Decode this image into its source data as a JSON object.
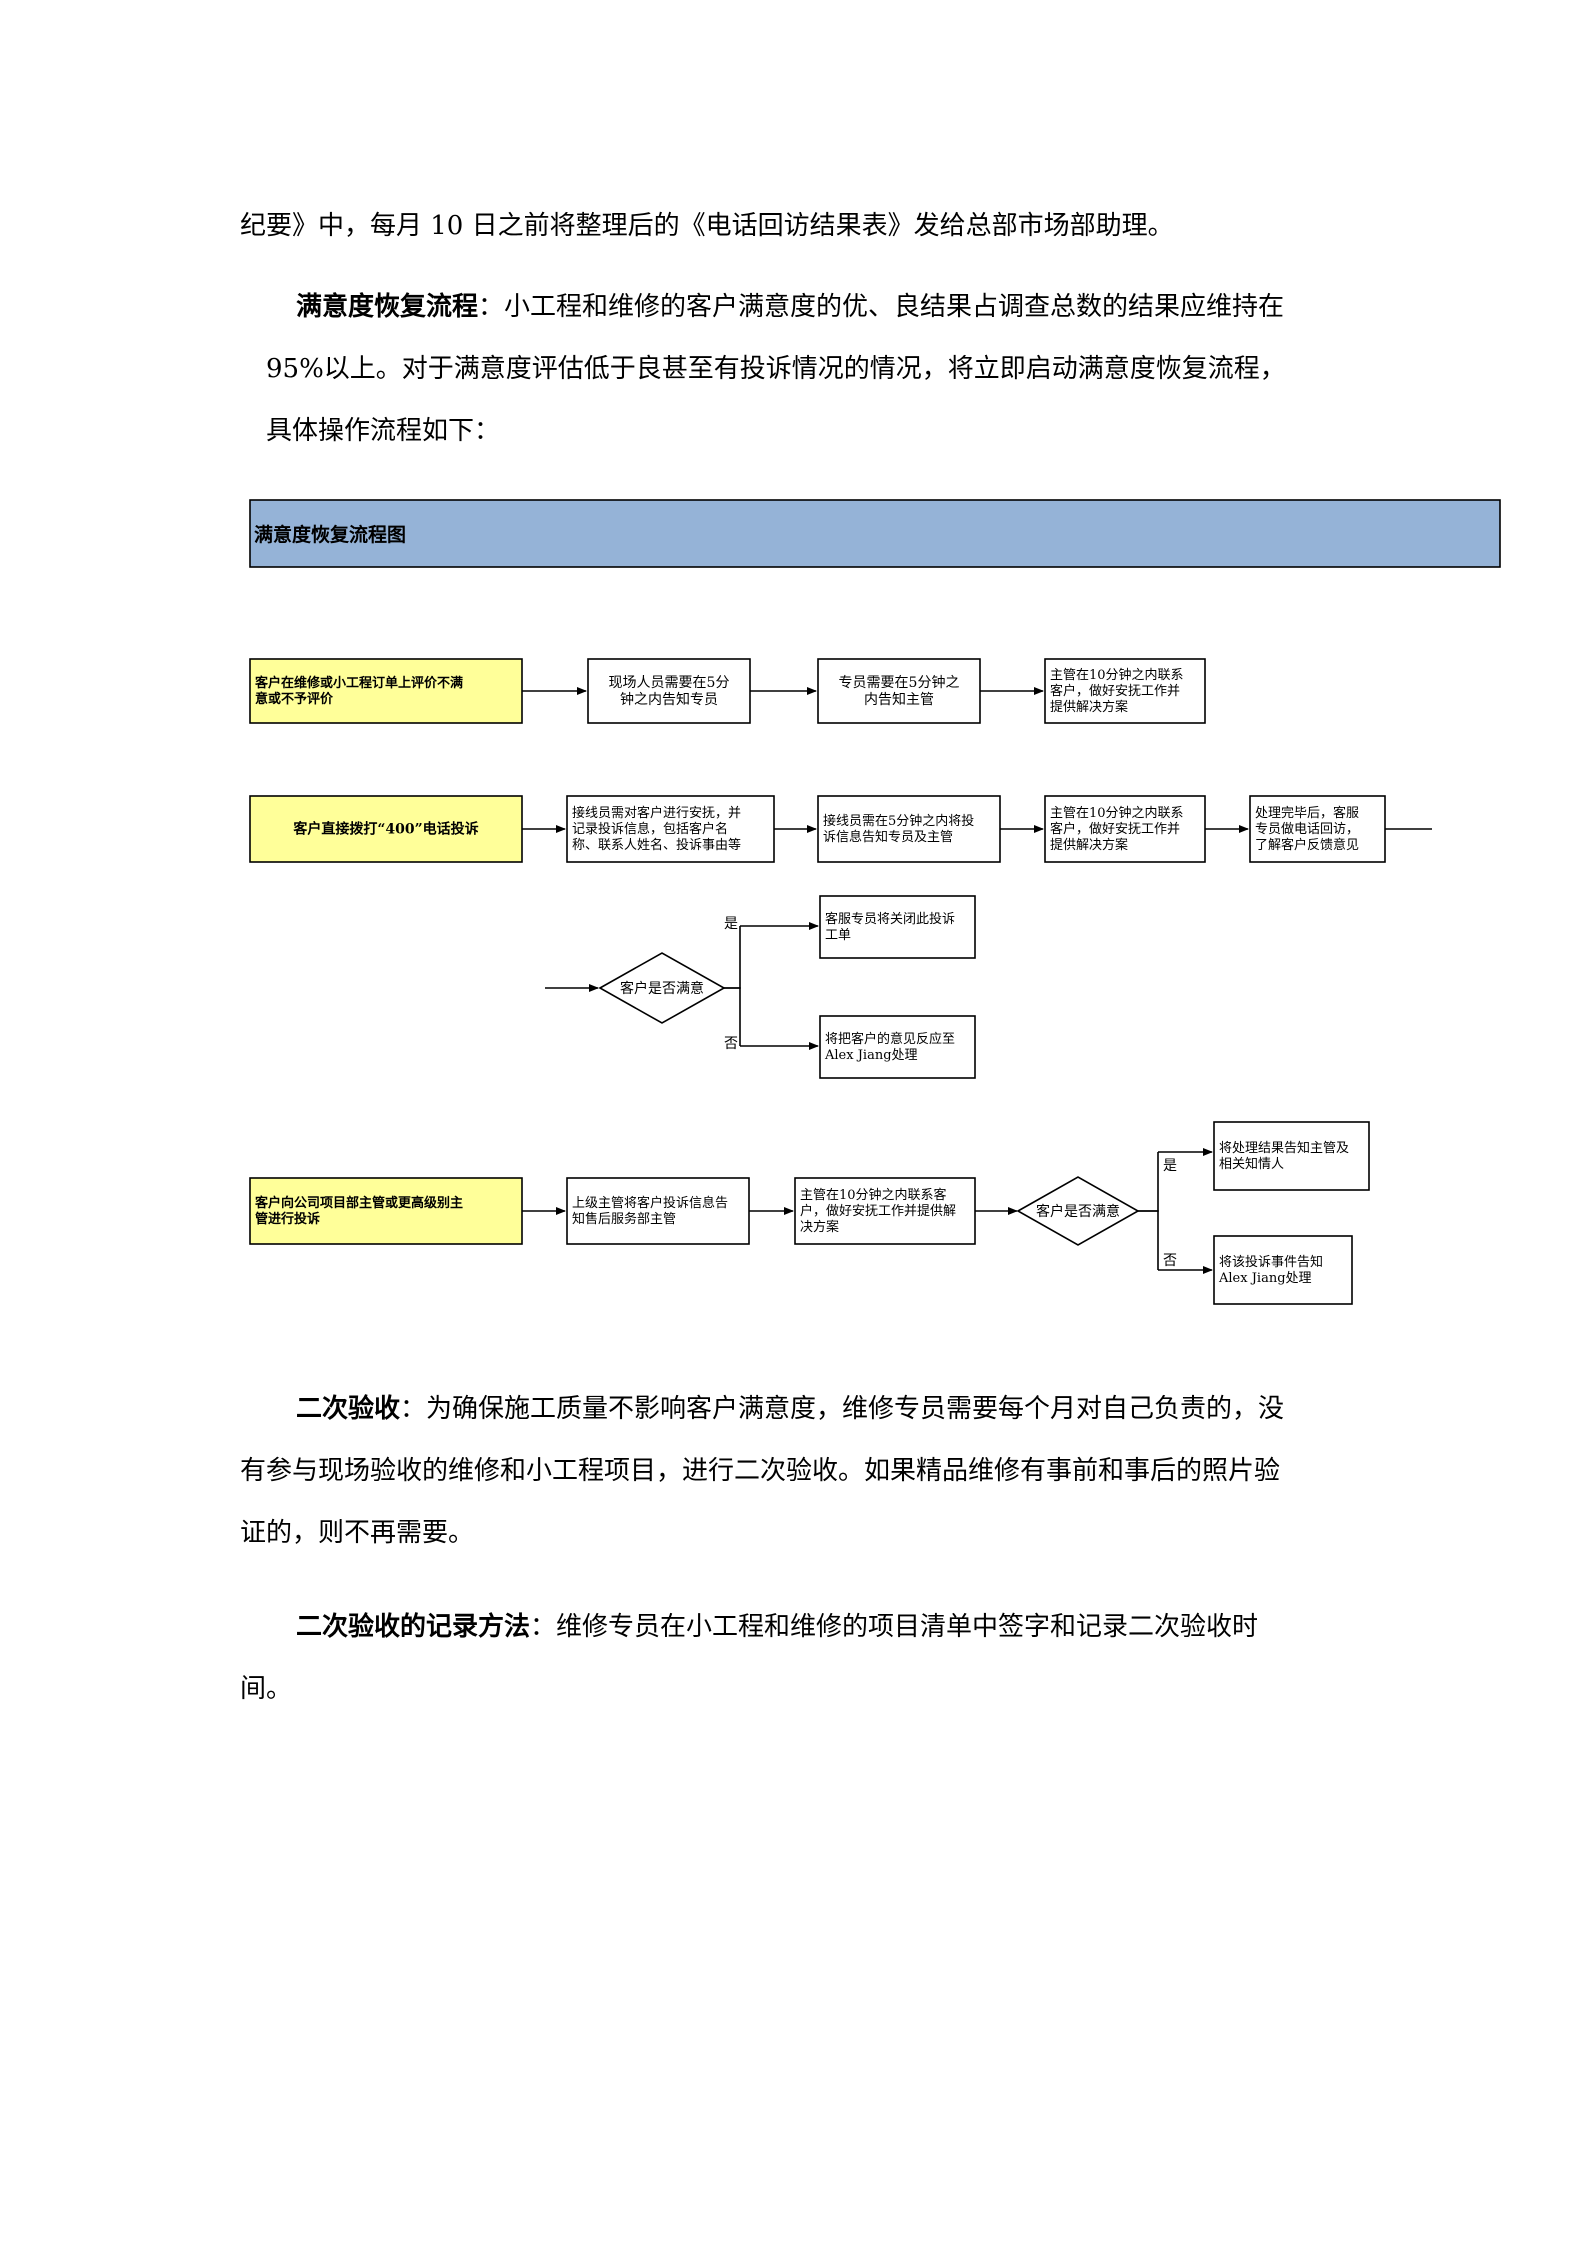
{
  "intro": {
    "line1": "纪要》中，每月 10 日之前将整理后的《电话回访结果表》发给总部市场部助理。"
  },
  "recovery": {
    "lead": "满意度恢复流程",
    "sep": "：",
    "line1_rest": "小工程和维修的客户满意度的优、良结果占调查总数的结果应维持在",
    "line2": "95%以上。对于满意度评估低于良甚至有投诉情况的情况，将立即启动满意度恢复流程，",
    "line3": "具体操作流程如下："
  },
  "flowchart": {
    "title": "满意度恢复流程图",
    "row1": {
      "start": [
        "客户在维修或小工程订单上评价不满",
        "意或不予评价"
      ],
      "step1": [
        "现场人员需要在5分",
        "钟之内告知专员"
      ],
      "step2": [
        "专员需要在5分钟之",
        "内告知主管"
      ],
      "step3": [
        "主管在10分钟之内联系",
        "客户，做好安抚工作并",
        "提供解决方案"
      ]
    },
    "row2": {
      "start": [
        "客户直接拨打“400”电话投诉"
      ],
      "step1": [
        "接线员需对客户进行安抚，并",
        "记录投诉信息，包括客户名",
        "称、联系人姓名、投诉事由等"
      ],
      "step2": [
        "接线员需在5分钟之内将投",
        "诉信息告知专员及主管"
      ],
      "step3": [
        "主管在10分钟之内联系",
        "客户，做好安抚工作并",
        "提供解决方案"
      ],
      "step4": [
        "处理完毕后，客服",
        "专员做电话回访，",
        "了解客户反馈意见"
      ]
    },
    "decision1": {
      "label": "客户是否满意",
      "yes": "是",
      "no": "否",
      "yes_box": [
        "客服专员将关闭此投诉",
        "工单"
      ],
      "no_box": [
        "将把客户的意见反应至",
        "Alex Jiang处理"
      ]
    },
    "row3": {
      "start": [
        "客户向公司项目部主管或更高级别主",
        "管进行投诉"
      ],
      "step1": [
        "上级主管将客户投诉信息告",
        "知售后服务部主管"
      ],
      "step2": [
        "主管在10分钟之内联系客",
        "户，做好安抚工作并提供解",
        "决方案"
      ],
      "decision": "客户是否满意",
      "yes": "是",
      "no": "否",
      "yes_box": [
        "将处理结果告知主管及",
        "相关知情人"
      ],
      "no_box": [
        "将该投诉事件告知",
        "Alex Jiang处理"
      ]
    },
    "colors": {
      "header_fill": "#95b3d7",
      "start_fill": "#ffff99",
      "box_fill": "#ffffff",
      "stroke": "#000000"
    }
  },
  "second_acceptance": {
    "lead": "二次验收",
    "sep": "：",
    "line1_rest": "为确保施工质量不影响客户满意度，维修专员需要每个月对自己负责的，没",
    "line2": "有参与现场验收的维修和小工程项目，进行二次验收。如果精品维修有事前和事后的照片验",
    "line3": "证的，则不再需要。"
  },
  "record_method": {
    "lead": "二次验收的记录方法",
    "sep": "：",
    "line1_rest": "维修专员在小工程和维修的项目清单中签字和记录二次验收时",
    "line2": "间。"
  }
}
